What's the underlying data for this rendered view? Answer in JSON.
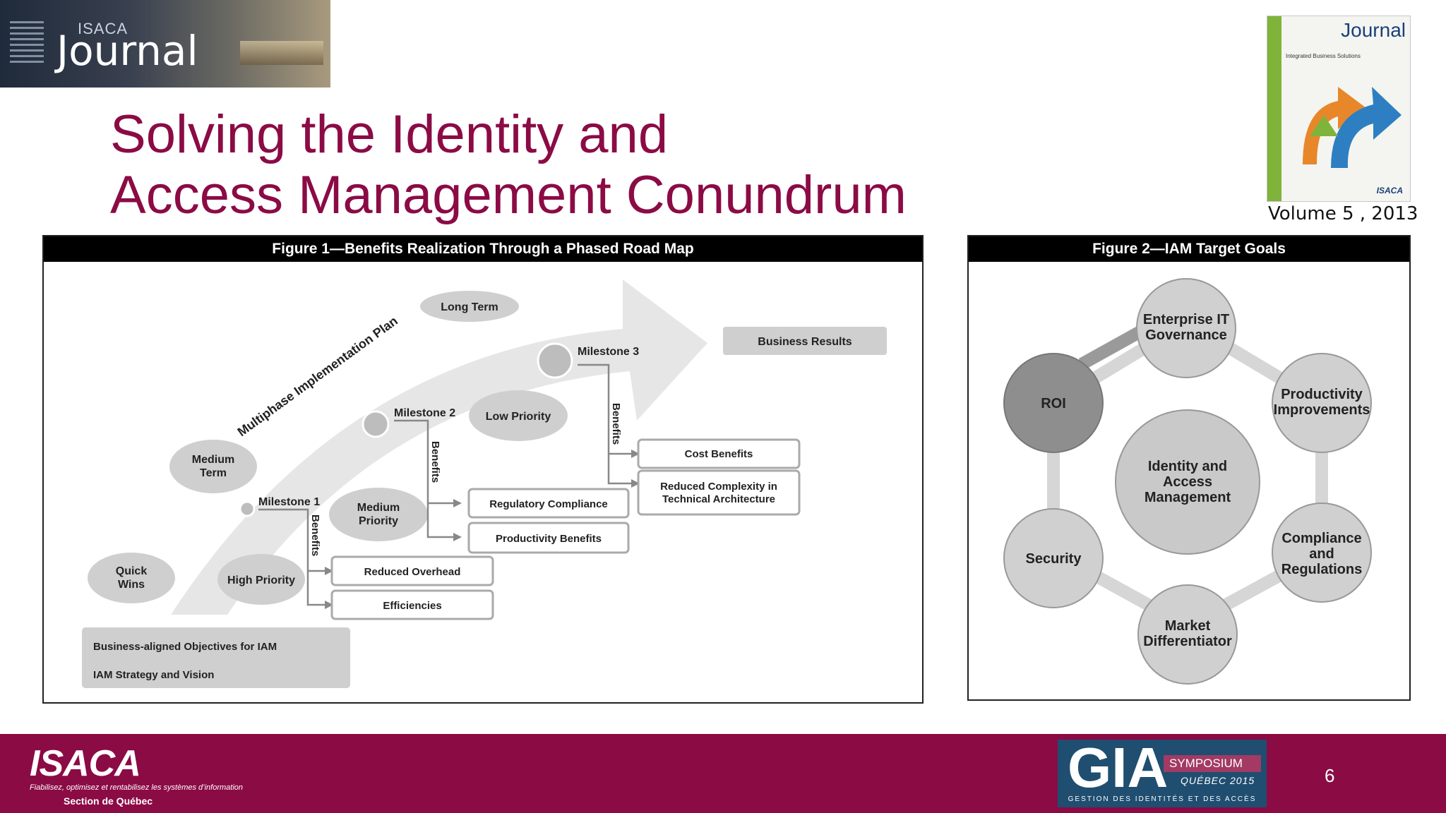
{
  "banner": {
    "isaca_small": "ISACA",
    "journal": "Journal"
  },
  "slide": {
    "title_line1": "Solving the Identity and",
    "title_line2": "Access Management Conundrum",
    "page_number": "6"
  },
  "cover": {
    "brand": "Journal",
    "subtitle": "Integrated Business Solutions",
    "publisher": "ISACA",
    "volume": "Volume 5 , 2013"
  },
  "figure1": {
    "heading": "Figure 1—Benefits Realization Through a Phased Road Map",
    "plan_label": "Multiphase Implementation Plan",
    "terms": {
      "long": "Long Term",
      "medium": "Medium Term",
      "quick": "Quick Wins"
    },
    "priorities": {
      "low": "Low Priority",
      "medium": "Medium Priority",
      "high": "High Priority"
    },
    "milestones": {
      "m1": "Milestone 1",
      "m2": "Milestone 2",
      "m3": "Milestone 3"
    },
    "benefits_label": "Benefits",
    "results": "Business Results",
    "boxes": {
      "cost": "Cost Benefits",
      "reduced_complexity_l1": "Reduced Complexity in",
      "reduced_complexity_l2": "Technical Architecture",
      "regulatory": "Regulatory Compliance",
      "productivity": "Productivity Benefits",
      "overhead": "Reduced Overhead",
      "efficiencies": "Efficiencies"
    },
    "base": {
      "objectives": "Business-aligned Objectives for IAM",
      "strategy": "IAM Strategy and Vision"
    }
  },
  "figure2": {
    "heading": "Figure 2—IAM Target Goals",
    "center": [
      "Identity and",
      "Access",
      "Management"
    ],
    "nodes": {
      "governance": [
        "Enterprise IT",
        "Governance"
      ],
      "productivity": [
        "Productivity",
        "Improvements"
      ],
      "compliance": [
        "Compliance",
        "and",
        "Regulations"
      ],
      "market": [
        "Market",
        "Differentiator"
      ],
      "security": [
        "Security"
      ],
      "roi": [
        "ROI"
      ]
    }
  },
  "footer": {
    "isaca": "ISACA",
    "tagline": "Fiabilisez, optimisez et rentabilisez les systèmes d’information",
    "section": "Section de Québec",
    "gia_big": "GIA",
    "gia_symposium": "SYMPOSIUM",
    "gia_city": "QUÉBEC 2015",
    "gia_tagline": "GESTION DES IDENTITÉS ET DES ACCÈS"
  },
  "colors": {
    "title": "#8b0b45",
    "footer": "#8b0b45",
    "gia": "#1f4e70"
  }
}
